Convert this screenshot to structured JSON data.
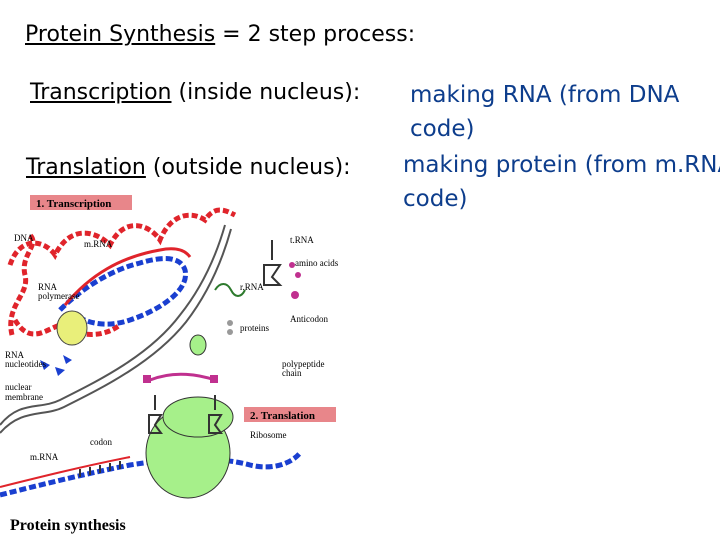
{
  "slide": {
    "title": "Protein Synthesis",
    "title_suffix": " = 2 step process:",
    "transcription": {
      "term": "Transcription",
      "location": " (inside nucleus):",
      "definition_line1": "making RNA (from DNA",
      "definition_line2": "code)"
    },
    "translation": {
      "term": "Translation",
      "location": " (outside nucleus):",
      "definition_line1": "making protein (from m.RNA",
      "definition_line2": "code)"
    }
  },
  "figure": {
    "banner_transcription": "1. Transcription",
    "banner_translation": "2. Translation",
    "labels": {
      "dna": "DNA",
      "mrna_top": "m.RNA",
      "rna_polymerase_1": "RNA",
      "rna_polymerase_2": "polymerase",
      "rna_nucleotides_1": "RNA",
      "rna_nucleotides_2": "nucleotides",
      "nuclear_membrane_1": "nuclear",
      "nuclear_membrane_2": "membrane",
      "mrna_bottom": "m.RNA",
      "codon": "codon",
      "trna": "t.RNA",
      "amino_acids": "amino acids",
      "rrna": "r.RNA",
      "proteins": "proteins",
      "anticodon": "Anticodon",
      "polypeptide_1": "polypeptide",
      "polypeptide_2": "chain",
      "ribosome": "Ribosome"
    },
    "caption": "Protein synthesis"
  },
  "colors": {
    "definition_text": "#0d3d8c",
    "banner": "#e8868a",
    "dna_strand": "#e0242b",
    "mrna_strand": "#1a3fd0",
    "ribosome": "#a6f08a",
    "polymerase": "#e9ef7a",
    "amino_acid": "#c0308f"
  }
}
